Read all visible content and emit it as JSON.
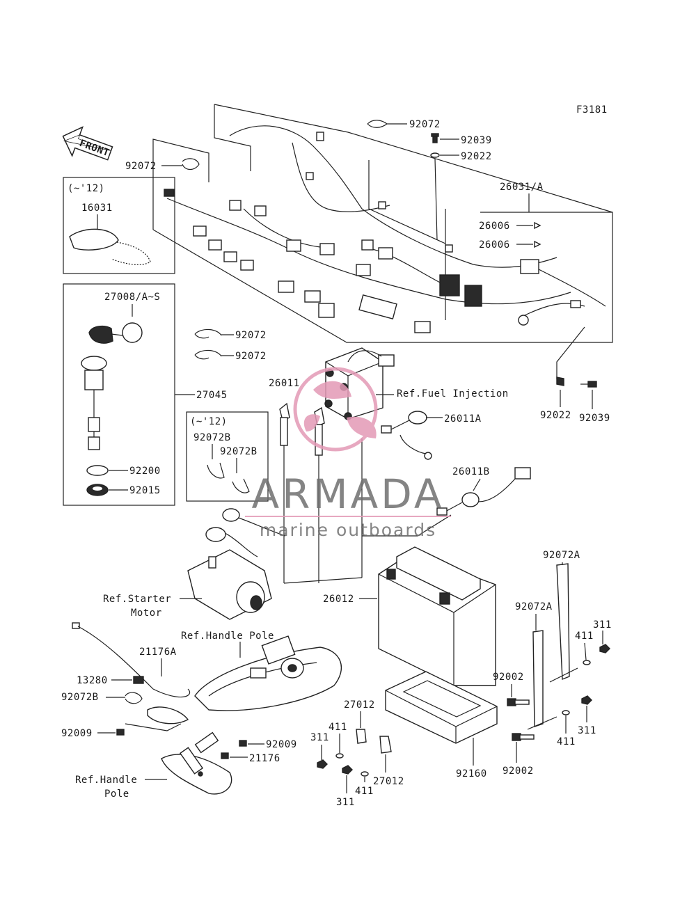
{
  "figure_code": "F3181",
  "front_arrow_label": "FRONT",
  "watermark": {
    "brand": "ARMADA",
    "tagline": "marine outboards",
    "logo_color": "#e39ab6"
  },
  "labels": {
    "p92072_top": "92072",
    "p92039_top": "92039",
    "p92022_top": "92022",
    "p92072_left": "92072",
    "p26031": "26031/A",
    "p26006_a": "26006",
    "p26006_b": "26006",
    "note_12_a": "(~'12)",
    "p16031": "16031",
    "p27008": "27008/A~S",
    "p92072_mid_a": "92072",
    "p92072_mid_b": "92072",
    "p27045": "27045",
    "p26011": "26011",
    "ref_fuel": "Ref.Fuel Injection",
    "p26011A": "26011A",
    "p92022_right": "92022",
    "p92039_right": "92039",
    "note_12_b": "(~'12)",
    "p92072B_a": "92072B",
    "p92072B_b": "92072B",
    "p92200": "92200",
    "p92015": "92015",
    "p26011B": "26011B",
    "ref_starter_1": "Ref.Starter",
    "ref_starter_2": "Motor",
    "p26012": "26012",
    "p92072A_a": "92072A",
    "p92072A_b": "92072A",
    "p311_a": "311",
    "p411_a": "411",
    "ref_handle_1": "Ref.Handle Pole",
    "p21176A": "21176A",
    "p13280": "13280",
    "p92072B_c": "92072B",
    "p92002_a": "92002",
    "p27012_a": "27012",
    "p411_b": "411",
    "p311_b": "311",
    "p411_c": "411",
    "p311_c": "311",
    "p92009_a": "92009",
    "p92009_b": "92009",
    "p21176": "21176",
    "ref_handle_2a": "Ref.Handle",
    "ref_handle_2b": "Pole",
    "p311_d": "311",
    "p27012_b": "27012",
    "p411_d": "411",
    "p92160": "92160",
    "p92002_b": "92002"
  }
}
